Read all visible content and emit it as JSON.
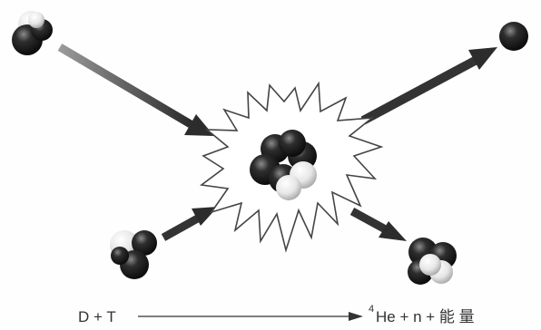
{
  "equation": {
    "reactants": "D + T",
    "product_mass_number": "4",
    "products": "He + n + 能 量"
  },
  "colors": {
    "particle_dark": "#1a1a1a",
    "particle_light": "#f2f2f2",
    "arrow": "#3a3a3a",
    "burst_outline": "#444444",
    "background": "#fefefe"
  },
  "particles": [
    {
      "name": "deuterium-incoming",
      "composition": [
        "dark",
        "light"
      ]
    },
    {
      "name": "tritium-incoming",
      "composition": [
        "light",
        "dark",
        "dark"
      ]
    },
    {
      "name": "compound-nucleus",
      "composition": [
        "dark",
        "dark",
        "light",
        "light",
        "dark"
      ]
    },
    {
      "name": "neutron-outgoing",
      "composition": [
        "dark"
      ]
    },
    {
      "name": "helium-outgoing",
      "composition": [
        "dark",
        "dark",
        "light",
        "light"
      ]
    }
  ]
}
